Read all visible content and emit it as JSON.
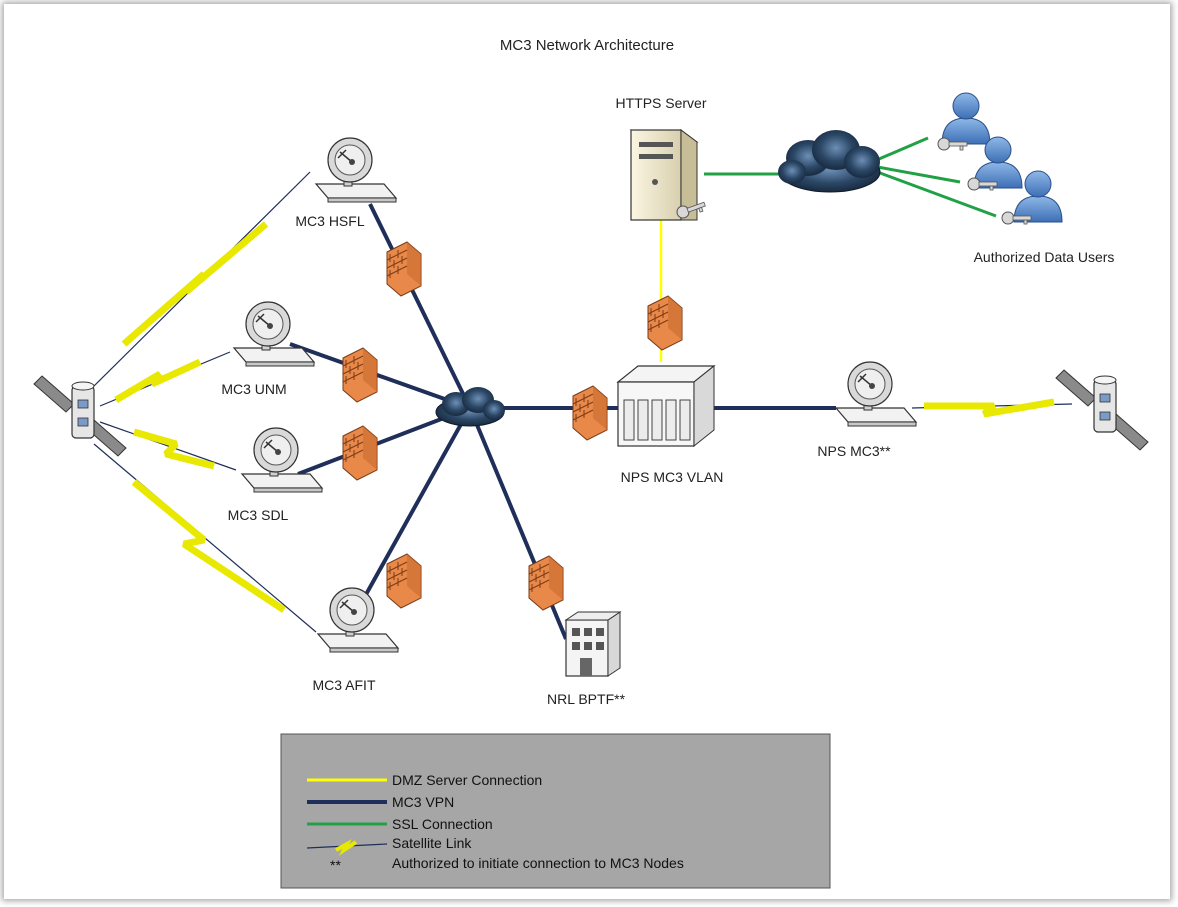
{
  "diagram": {
    "title": "MC3 Network Architecture",
    "nodes": {
      "https_server": "HTTPS Server",
      "authorized_users": "Authorized Data Users",
      "mc3_hsfl": "MC3 HSFL",
      "mc3_unm": "MC3 UNM",
      "mc3_sdl": "MC3 SDL",
      "mc3_afit": "MC3 AFIT",
      "nps_mc3_vlan": "NPS MC3 VLAN",
      "nps_mc3": "NPS MC3**",
      "nrl_bptf": "NRL BPTF**"
    },
    "icons": {
      "ground_station": "satellite-dish-icon",
      "firewall": "firewall-icon",
      "cloud": "cloud-icon",
      "server": "server-icon",
      "user": "user-icon",
      "satellite": "satellite-icon",
      "building": "building-icon"
    }
  },
  "legend": {
    "items": [
      {
        "label": "DMZ Server Connection",
        "color": "#ffff00"
      },
      {
        "label": "MC3 VPN",
        "color": "#1f2f5a"
      },
      {
        "label": "SSL Connection",
        "color": "#22a045"
      },
      {
        "label": "Satellite Link",
        "color": "#e8e800"
      }
    ],
    "note_symbol": "**",
    "note_text": "Authorized to initiate connection to MC3 Nodes"
  },
  "colors": {
    "vpn": "#1f2f5a",
    "dmz": "#ffff00",
    "ssl": "#22a045",
    "satellite_link": "#e8e800",
    "firewall": "#e8894a",
    "legend_bg": "#a6a6a6"
  }
}
